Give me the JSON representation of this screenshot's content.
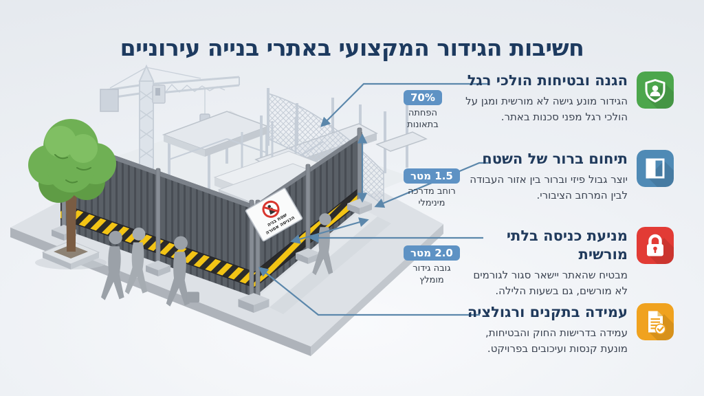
{
  "title": "חשיבות הגידור המקצועי באתרי בנייה עירוניים",
  "colors": {
    "title_navy": "#1d3a5f",
    "badge_blue": "#5e92c4",
    "connector_blue": "#5b87ab",
    "icon_green": "#4ca64c",
    "icon_blue": "#4f8ab5",
    "icon_red": "#e23b35",
    "icon_orange": "#f0a21f",
    "hazard_yellow": "#f3c415",
    "fence_gray": "#5a6067"
  },
  "sections": [
    {
      "id": "pedestrian-safety",
      "icon": "shield-user-icon",
      "title": "הגנה ובטיחות הולכי רגל",
      "body": "הגידור מונע גישה לא מורשית ומגן על הולכי רגל מפני סכנות באתר.",
      "badge": "70%",
      "badge_caption_line1": "הפחתה",
      "badge_caption_line2": "בתאונות"
    },
    {
      "id": "area-demarcation",
      "icon": "fence-panel-icon",
      "title": "תיחום ברור של השטח",
      "body": "יוצר גבול פיזי וברור בין אזור העבודה לבין המרחב הציבורי.",
      "badge": "1.5 מטר",
      "badge_caption_line1": "רוחב מדרכה",
      "badge_caption_line2": "מינימלי"
    },
    {
      "id": "unauthorized-entry",
      "icon": "padlock-icon",
      "title": "מניעת כניסה בלתי מורשית",
      "body": "מבטיח שהאתר יישאר סגור לגורמים לא מורשים, גם בשעות הלילה.",
      "badge": "2.0 מטר",
      "badge_caption_line1": "גובה גידור",
      "badge_caption_line2": "מומלץ"
    },
    {
      "id": "standards-compliance",
      "icon": "document-check-icon",
      "title": "עמידה בתקנים ורגולציה",
      "body": "עמידה בדרישות החוק והבטיחות, מונעת קנסות ועיכובים בפרויקט.",
      "badge": null,
      "badge_caption_line1": null,
      "badge_caption_line2": null
    }
  ],
  "illustration": {
    "sign_line1": "שטח בניה",
    "sign_line2": "הכניסה אסורה",
    "measurements": {
      "fence_height": "2.0 מטר",
      "sidewalk_width": "1.5 מטר"
    }
  }
}
